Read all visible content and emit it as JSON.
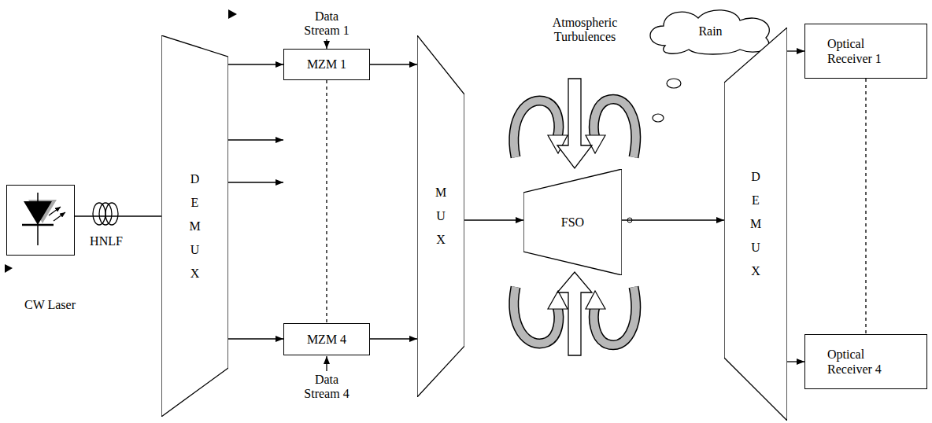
{
  "diagram": {
    "nodes": [
      {
        "text": [
          "CW Laser"
        ]
      },
      {
        "text": [
          "D E M U X"
        ]
      },
      {
        "text": [
          "MZM 1"
        ]
      },
      {
        "text": [
          "MZM 4"
        ]
      },
      {
        "text": [
          "M U X"
        ]
      },
      {
        "text": [
          "FSO"
        ]
      },
      {
        "text": [
          "Rain"
        ]
      },
      {
        "text": [
          "D E M U X"
        ]
      },
      {
        "text": [
          "Optical Receiver 1"
        ]
      },
      {
        "text": [
          "Optical Receiver 4"
        ]
      }
    ],
    "edges": [
      {
        "from": 0,
        "to": 1,
        "arrow": "none"
      },
      {
        "from": 1,
        "to": 2,
        "arrow": "to"
      },
      {
        "from": 1,
        "to": 3,
        "arrow": "to"
      },
      {
        "from": 2,
        "to": 3,
        "arrow": "none"
      },
      {
        "from": 2,
        "to": 4,
        "arrow": "to"
      },
      {
        "from": 3,
        "to": 4,
        "arrow": "to"
      },
      {
        "from": 4,
        "to": 5,
        "arrow": "to"
      },
      {
        "from": 5,
        "to": 7,
        "arrow": "to"
      },
      {
        "from": 7,
        "to": 8,
        "arrow": "to"
      },
      {
        "from": 7,
        "to": 9,
        "arrow": "to"
      },
      {
        "from": 8,
        "to": 9,
        "arrow": "none"
      }
    ],
    "labels": [
      "HNLF",
      "Data Stream 1",
      "Data Stream 4",
      "Atmospheric Turbulences"
    ]
  }
}
